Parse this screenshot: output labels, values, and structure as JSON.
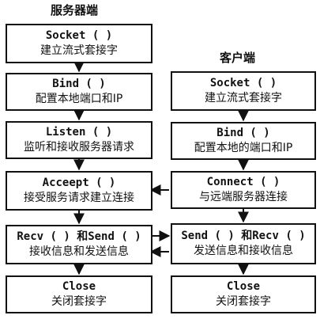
{
  "server": {
    "title": "服务器端",
    "steps": [
      {
        "fn": "Socket ( )",
        "desc": "建立流式套接字"
      },
      {
        "fn": "Bind ( )",
        "desc": "配置本地端口和IP"
      },
      {
        "fn": "Listen ( )",
        "desc": "监听和接收服务器请求"
      },
      {
        "fn": "Acceept ( )",
        "desc": "接受服务请求建立连接"
      },
      {
        "fn": "Recv ( ) 和Send ( )",
        "desc": "接收信息和发送信息"
      },
      {
        "fn": "Close",
        "desc": "关闭套接字"
      }
    ]
  },
  "client": {
    "title": "客户端",
    "steps": [
      {
        "fn": "Socket ( )",
        "desc": "建立流式套接字"
      },
      {
        "fn": "Bind ( )",
        "desc": "配置本地的端口和IP"
      },
      {
        "fn": "Connect ( )",
        "desc": "与远端服务器连接"
      },
      {
        "fn": "Send ( ) 和Recv ( )",
        "desc": "发送信息和接收信息"
      },
      {
        "fn": "Close",
        "desc": "关闭套接字"
      }
    ]
  },
  "colors": {
    "line": "#111111",
    "background": "#ffffff"
  }
}
